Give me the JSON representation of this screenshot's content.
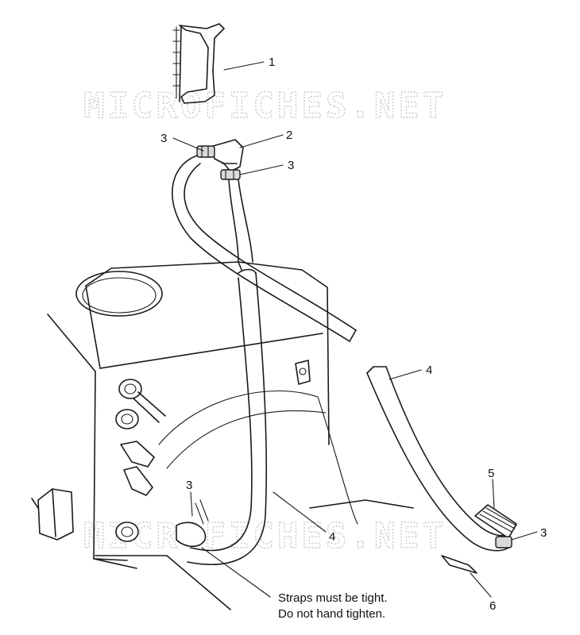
{
  "callouts": {
    "c1": "1",
    "c2": "2",
    "c3_top_left": "3",
    "c3_top_right": "3",
    "c4_right": "4",
    "c3_clamp_left": "3",
    "c4_bottom": "4",
    "c5": "5",
    "c3_clamp_right": "3",
    "c6": "6"
  },
  "note": {
    "line1": "Straps must be tight.",
    "line2": "Do not hand tighten."
  },
  "watermark": {
    "top": "MICROFICHES.NET",
    "bottom": "MICROFICHES.NET"
  },
  "colors": {
    "ink": "#1a1a1a",
    "watermark": "#c9c9c9",
    "background": "#ffffff"
  }
}
